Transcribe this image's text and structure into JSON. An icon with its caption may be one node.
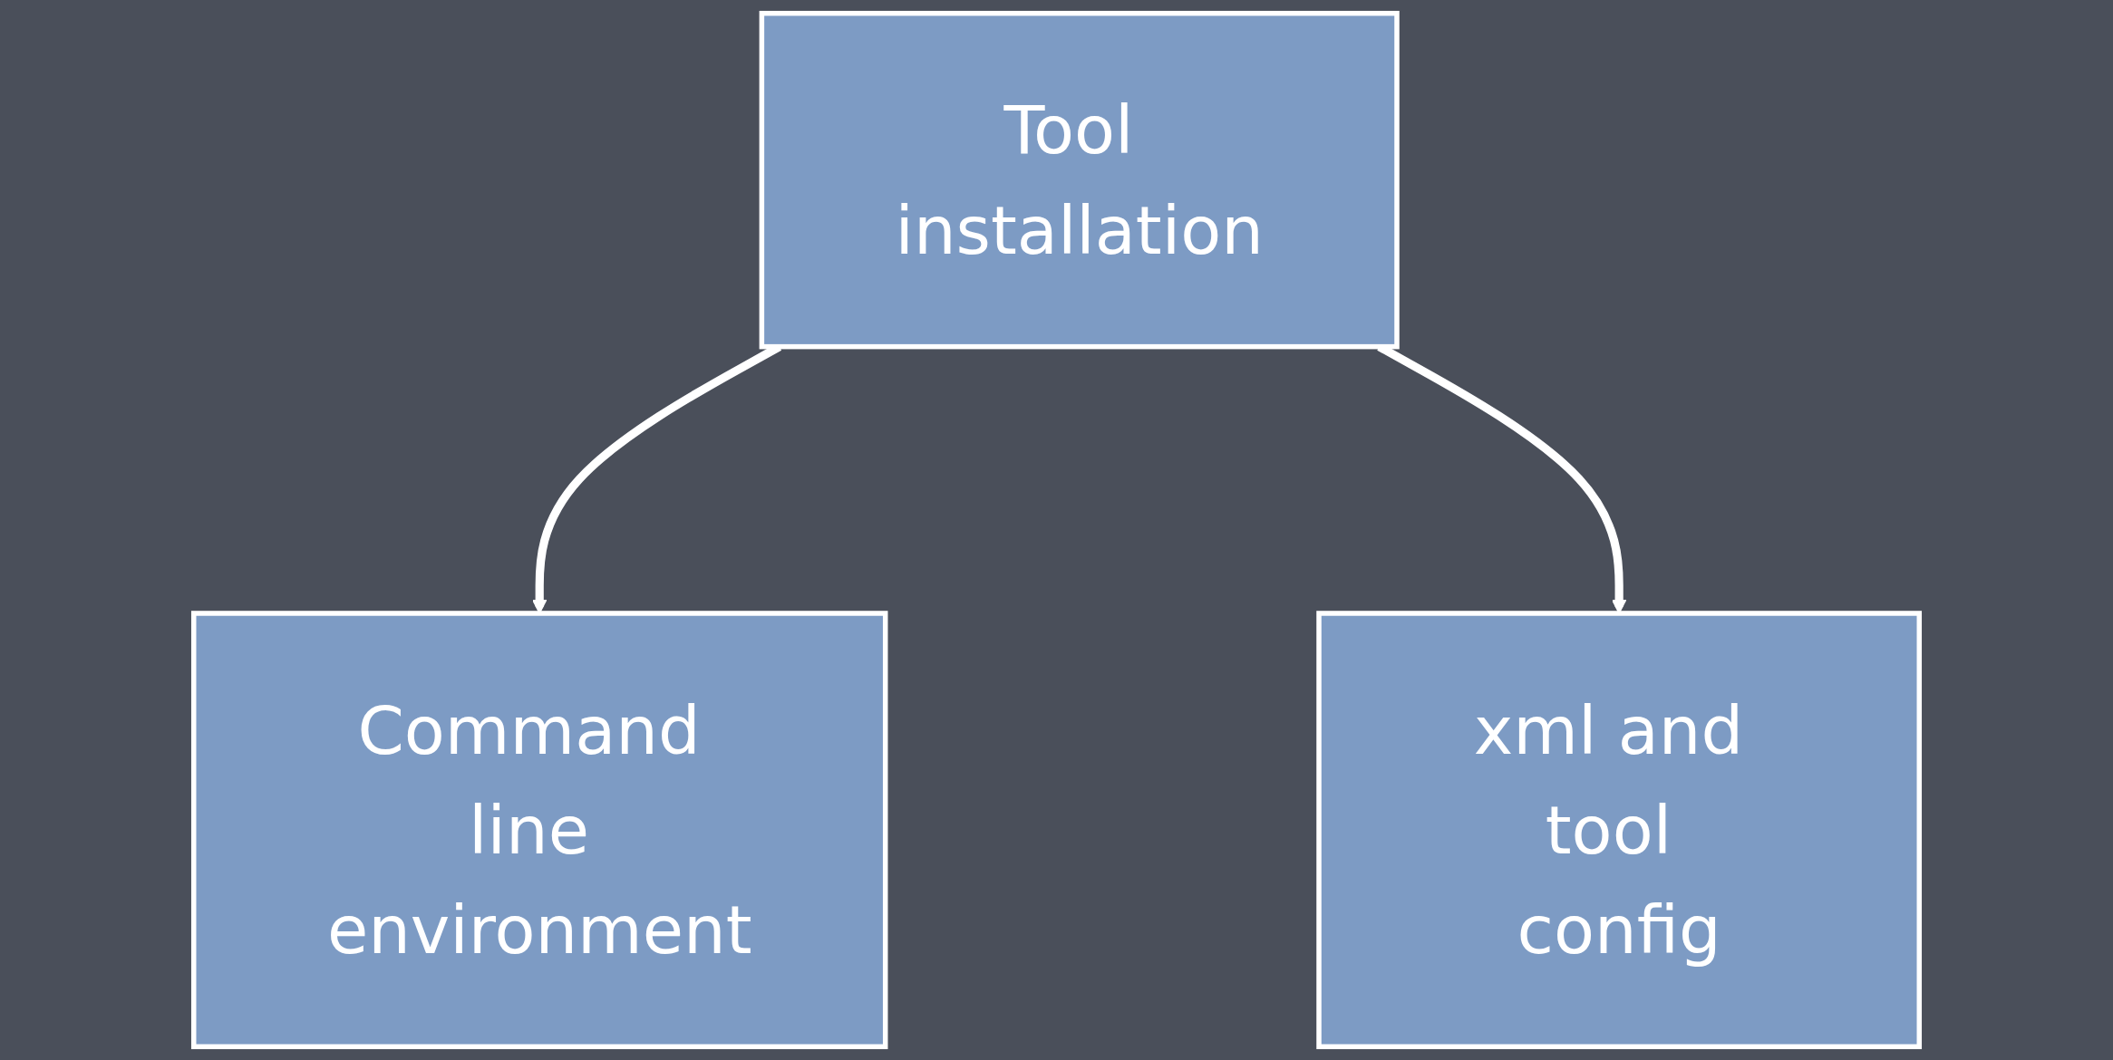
{
  "diagram": {
    "nodes": [
      {
        "text": [
          "Tool installation"
        ]
      },
      {
        "text": [
          "Command line environment"
        ]
      },
      {
        "text": [
          "xml and tool config"
        ]
      }
    ],
    "edges": [
      {
        "from": 0,
        "to": 1,
        "arrow": "to"
      },
      {
        "from": 0,
        "to": 2,
        "arrow": "to"
      }
    ]
  }
}
